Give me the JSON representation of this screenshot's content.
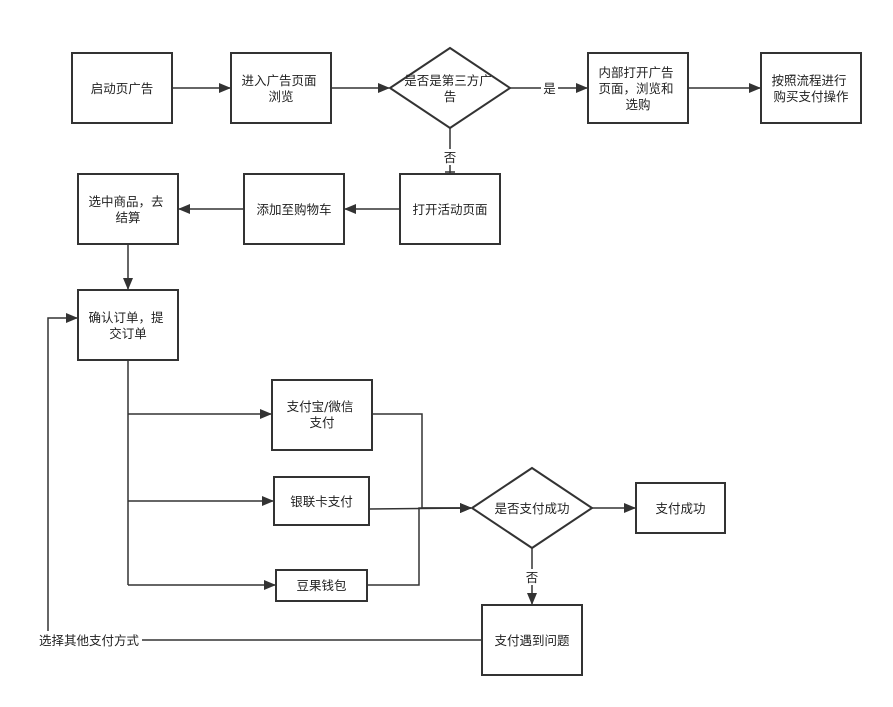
{
  "colors": {
    "stroke": "#333333",
    "text": "#222222",
    "background": "#ffffff"
  },
  "nodes": {
    "splash_ad": {
      "lines": [
        "启动页广告"
      ]
    },
    "enter_ad_page": {
      "lines": [
        "进入广告页面",
        "浏览"
      ]
    },
    "is_third_party": {
      "lines": [
        "是否是第三方广",
        "告"
      ]
    },
    "open_internally": {
      "lines": [
        "内部打开广告",
        "页面，浏览和",
        "选购"
      ]
    },
    "buy_pay": {
      "lines": [
        "按照流程进行",
        "购买支付操作"
      ]
    },
    "open_activity": {
      "lines": [
        "打开活动页面"
      ]
    },
    "add_cart": {
      "lines": [
        "添加至购物车"
      ]
    },
    "select_goods": {
      "lines": [
        "选中商品，去",
        "结算"
      ]
    },
    "confirm_order": {
      "lines": [
        "确认订单，提",
        "交订单"
      ]
    },
    "alipay_wechat": {
      "lines": [
        "支付宝/微信",
        "支付"
      ]
    },
    "unionpay": {
      "lines": [
        "银联卡支付"
      ]
    },
    "douguo_wallet": {
      "lines": [
        "豆果钱包"
      ]
    },
    "pay_success_q": {
      "lines": [
        "是否支付成功"
      ]
    },
    "pay_success": {
      "lines": [
        "支付成功"
      ]
    },
    "pay_problem": {
      "lines": [
        "支付遇到问题"
      ]
    }
  },
  "edge_labels": {
    "yes": "是",
    "no_top": "否",
    "no_bottom": "否",
    "choose_other": "选择其他支付方式"
  }
}
